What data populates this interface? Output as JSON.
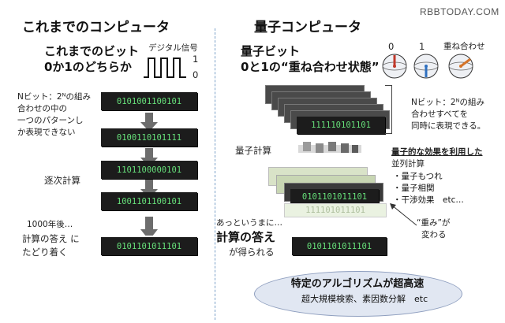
{
  "watermark": "RBBTODAY.COM",
  "left": {
    "title": "これまでのコンピュータ",
    "subtitle_line1": "これまでのビット",
    "subtitle_line2": "0か1のどちらか",
    "signal_label": "デジタル信号",
    "signal_high": "1",
    "signal_low": "0",
    "nbit_note": [
      "Nビット：2ᴺの組み",
      "合わせの中の",
      "一つのパターンし",
      "か表現できない"
    ],
    "sequential_label": "逐次計算",
    "after_label": "1000年後…",
    "reach_line1": "計算の答え に",
    "reach_line2": "たどり着く",
    "binaries": [
      "0101001100101",
      "0100110101111",
      "1101100000101",
      "1001101100101",
      "0101101011101"
    ]
  },
  "right": {
    "title": "量子コンピュータ",
    "subtitle_line1": "量子ビット",
    "subtitle_line2": "0と1の“重ね合わせ状態”",
    "sphere_label_0": "0",
    "sphere_label_1": "1",
    "sphere_label_super": "重ね合わせ",
    "stack_top_text": "111110101101",
    "nbit_note": [
      "Nビット：2ᴺの組み",
      "合わせすべてを",
      "同時に表現できる。"
    ],
    "quantum_calc_label": "量子計算",
    "effect_title": "量子的な効果を利用した",
    "effect_sub": "並列計算",
    "bullets": [
      "・量子もつれ",
      "・量子相関",
      "・干渉効果　etc…"
    ],
    "stack2_top": "0101101011101",
    "stack2_faded": "111101011101",
    "weight_line1": "“重み”が",
    "weight_line2": "変わる",
    "instant_label": "あっというまに…",
    "answer_line1": "計算の答え",
    "answer_line2": "が得られる",
    "answer_bits": "0101101011101",
    "ellipse_title": "特定のアルゴリズムが超高速",
    "ellipse_sub": "超大規模検索、素因数分解　etc"
  },
  "colors": {
    "bit_bg": "#1c1c1c",
    "bit_fg": "#66e07a",
    "arrow": "#6d6d6d",
    "ellipse": "#e1e7f2",
    "divider": "#7aa0c8"
  }
}
